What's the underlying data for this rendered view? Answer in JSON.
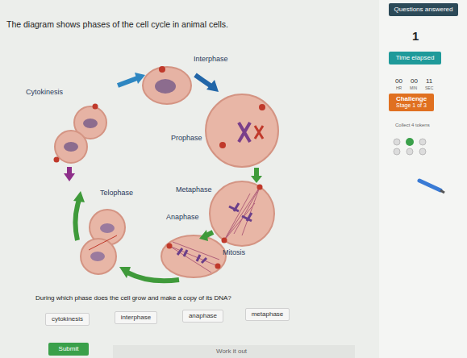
{
  "diagram": {
    "title": "The diagram shows phases of the cell cycle in animal cells.",
    "nodes": [
      {
        "text": [
          "Questions answered"
        ]
      },
      {
        "text": [
          "Time elapsed"
        ]
      },
      {
        "text": [
          "Challenge",
          "Stage 1 of 3"
        ]
      },
      {
        "text": [
          "cytokinesis"
        ]
      },
      {
        "text": [
          "interphase"
        ]
      },
      {
        "text": [
          "anaphase"
        ]
      },
      {
        "text": [
          "metaphase"
        ]
      },
      {
        "text": [
          "Submit"
        ]
      }
    ],
    "labels": [
      "1",
      "00",
      "00",
      "11",
      "HR",
      "MIN",
      "SEC",
      "Collect 4 tokens",
      "Interphase",
      "Cytokinesis",
      "Prophase",
      "Metaphase",
      "Telophase",
      "Anaphase",
      "Mitosis",
      "During which phase does the cell grow and make a copy of its DNA?",
      "Work it out"
    ]
  }
}
